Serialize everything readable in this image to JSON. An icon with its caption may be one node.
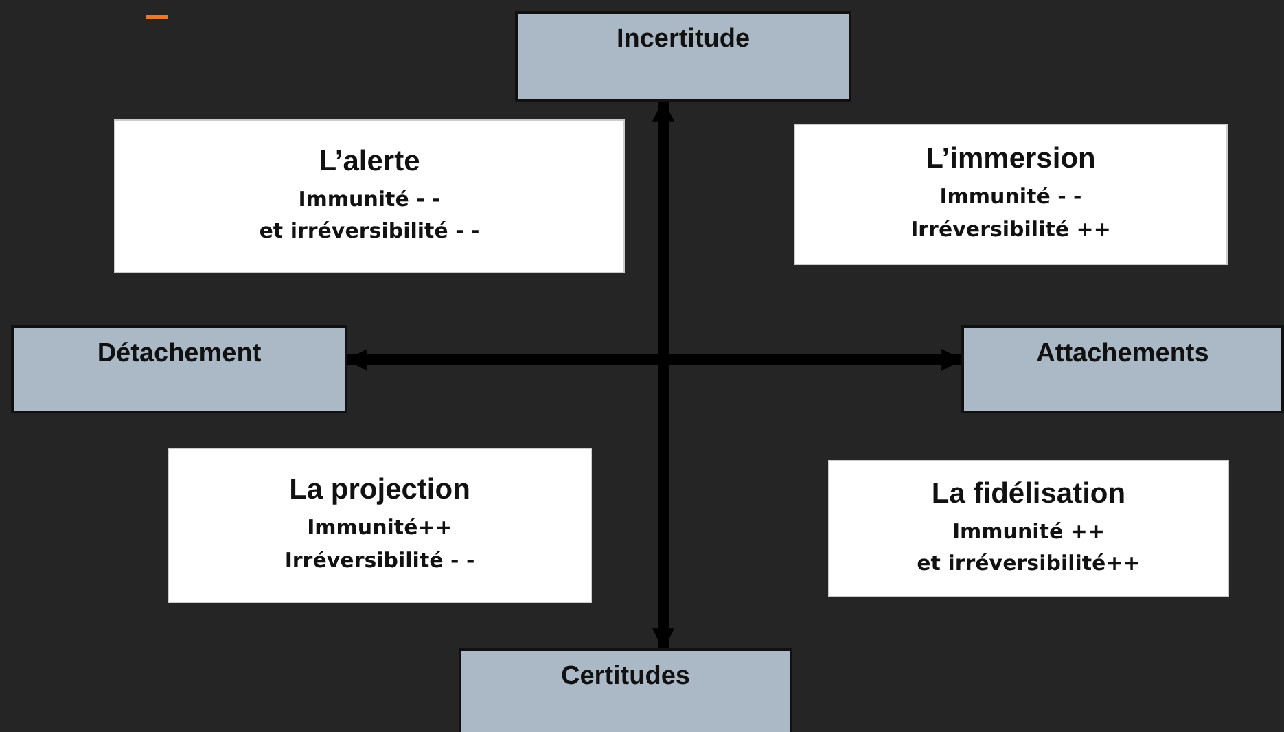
{
  "diagram": {
    "nodes": [
      {
        "text": [
          "Incertitude"
        ]
      },
      {
        "text": [
          "L’alerte",
          "Immunité - -",
          "et irréversibilité - -"
        ]
      },
      {
        "text": [
          "L’immersion",
          "Immunité - -",
          "Irréversibilité ++"
        ]
      },
      {
        "text": [
          "Détachement"
        ]
      },
      {
        "text": [
          "Attachements"
        ]
      },
      {
        "text": [
          "La projection",
          "Immunité++",
          "Irréversibilité - -"
        ]
      },
      {
        "text": [
          "La fidélisation",
          "Immunité ++",
          "et irréversibilité++"
        ]
      },
      {
        "text": [
          "Certitudes"
        ]
      }
    ],
    "edges": [
      {
        "from": 7,
        "to": 0,
        "arrow": "both"
      },
      {
        "from": 3,
        "to": 4,
        "arrow": "both"
      }
    ]
  }
}
